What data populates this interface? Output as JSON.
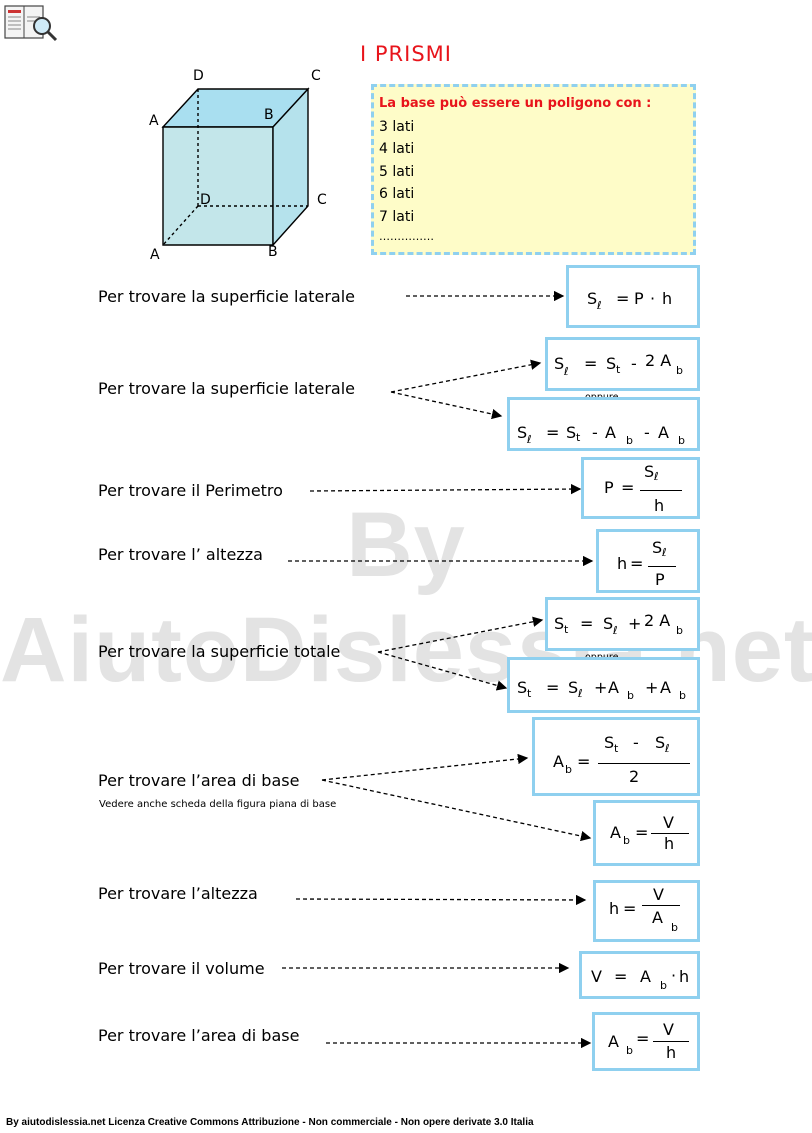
{
  "watermark": "By AiutoDislessia.net",
  "title": "I PRISMI",
  "cube": {
    "vertices": {
      "D_top": "D",
      "C_top": "C",
      "A_top": "A",
      "B_top": "B",
      "D_bottom": "D",
      "C_bottom": "C",
      "A_bottom": "A",
      "B_bottom": "B"
    }
  },
  "note": {
    "heading": "La base può essere un poligono con :",
    "items": [
      "3 lati",
      "4 lati",
      "5 lati",
      "6 lati",
      "7 lati",
      "……………"
    ]
  },
  "rows": {
    "r1": "Per trovare la superficie laterale",
    "r2": "Per trovare la superficie laterale",
    "r3": "Per trovare il Perimetro",
    "r4": "Per trovare l’ altezza",
    "r5": "Per trovare la superficie totale",
    "r6": "Per trovare l’area di base",
    "r6_sub": "Vedere anche scheda della figura piana di base",
    "r7": "Per trovare l’altezza",
    "r8": "Per trovare il volume",
    "r9": "Per trovare l’area di base"
  },
  "oppure": "oppure",
  "symbols": {
    "S": "S",
    "P": "P",
    "h": "h",
    "A": "A",
    "V": "V",
    "sub_l": "ℓ",
    "sub_t": "t",
    "sub_b": "b",
    "eq": "=",
    "plus": "+",
    "minus": "-",
    "dot": "·",
    "two": "2",
    "two_A": "2 A"
  },
  "footer": "By aiutodislessia.net Licenza Creative Commons Attribuzione - Non commerciale - Non opere derivate 3.0 Italia",
  "colors": {
    "title": "#e8141b",
    "box_border": "#8fd0ef",
    "note_bg": "#fefcc8",
    "cube_fill": "#bfe6ec"
  }
}
